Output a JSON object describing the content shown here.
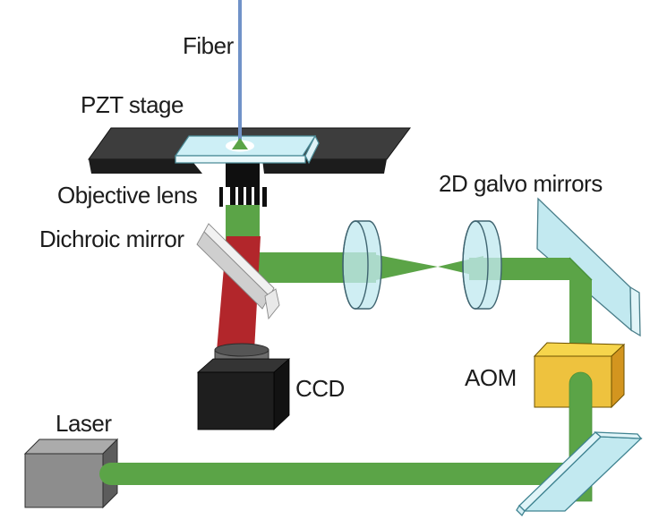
{
  "diagram": {
    "type": "optical-setup-schematic",
    "labels": {
      "fiber": "Fiber",
      "pzt_stage": "PZT stage",
      "objective_lens": "Objective lens",
      "dichroic_mirror": "Dichroic mirror",
      "galvo_mirrors": "2D galvo mirrors",
      "ccd": "CCD",
      "aom": "AOM",
      "laser": "Laser"
    },
    "components": [
      "fiber",
      "PZT stage",
      "sample slide",
      "objective lens",
      "dichroic mirror",
      "CCD camera",
      "relay lens 1",
      "relay lens 2",
      "2D galvo mirror",
      "AOM",
      "steering mirror",
      "laser"
    ],
    "colors": {
      "background": "#ffffff",
      "label_text": "#1c1c1c",
      "beam_green": "#5ba447",
      "beam_green_edge": "#48913a",
      "beam_red": "#b2262b",
      "fiber_blue": "#7092c8",
      "optic_blue": "#c2e9f0",
      "optic_blue_light": "#e0f4f8",
      "optic_stroke": "#45808c",
      "stage_dark": "#3d3d3d",
      "stage_front": "#1c1c1c",
      "mirror_gray": "#cfcfcf",
      "mirror_gray_light": "#f1f1f1",
      "ccd_black": "#1e1e1e",
      "laser_gray": "#8d8d8d",
      "aom_yellow": "#eec23e",
      "aom_yellow_top": "#f6d54c",
      "aom_yellow_side": "#d3951f"
    }
  }
}
